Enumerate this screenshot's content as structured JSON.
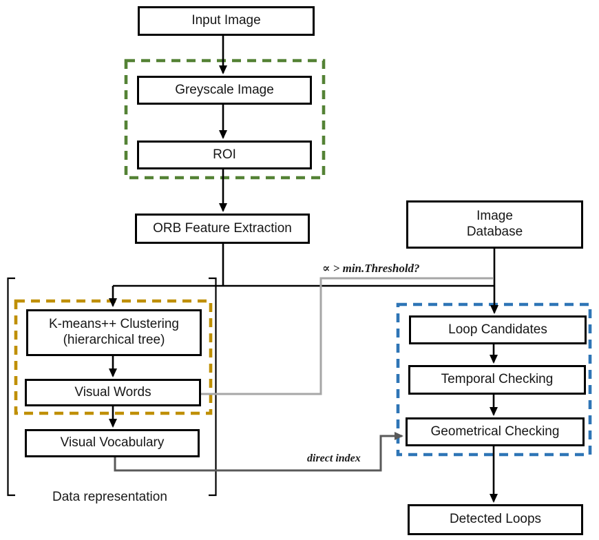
{
  "nodes": {
    "input_image": "Input Image",
    "greyscale_image": "Greyscale Image",
    "roi": "ROI",
    "orb_feature_extraction": "ORB Feature Extraction",
    "image_database_line1": "Image",
    "image_database_line2": "Database",
    "kmeans_line1": "K-means++ Clustering",
    "kmeans_line2": "(hierarchical tree)",
    "visual_words": "Visual Words",
    "visual_vocabulary": "Visual Vocabulary",
    "loop_candidates": "Loop Candidates",
    "temporal_checking": "Temporal Checking",
    "geometrical_checking": "Geometrical Checking",
    "detected_loops": "Detected Loops"
  },
  "labels": {
    "threshold_condition": "∝ > min.Threshold?",
    "direct_index": "direct index",
    "data_representation": "Data representation"
  },
  "colors": {
    "preprocessing_group_border": "#548235",
    "clustering_group_border": "#BF8F00",
    "verification_group_border": "#2E75B6",
    "threshold_edge": "#A6A6A6",
    "direct_index_edge": "#595959",
    "node_border": "#000000"
  }
}
